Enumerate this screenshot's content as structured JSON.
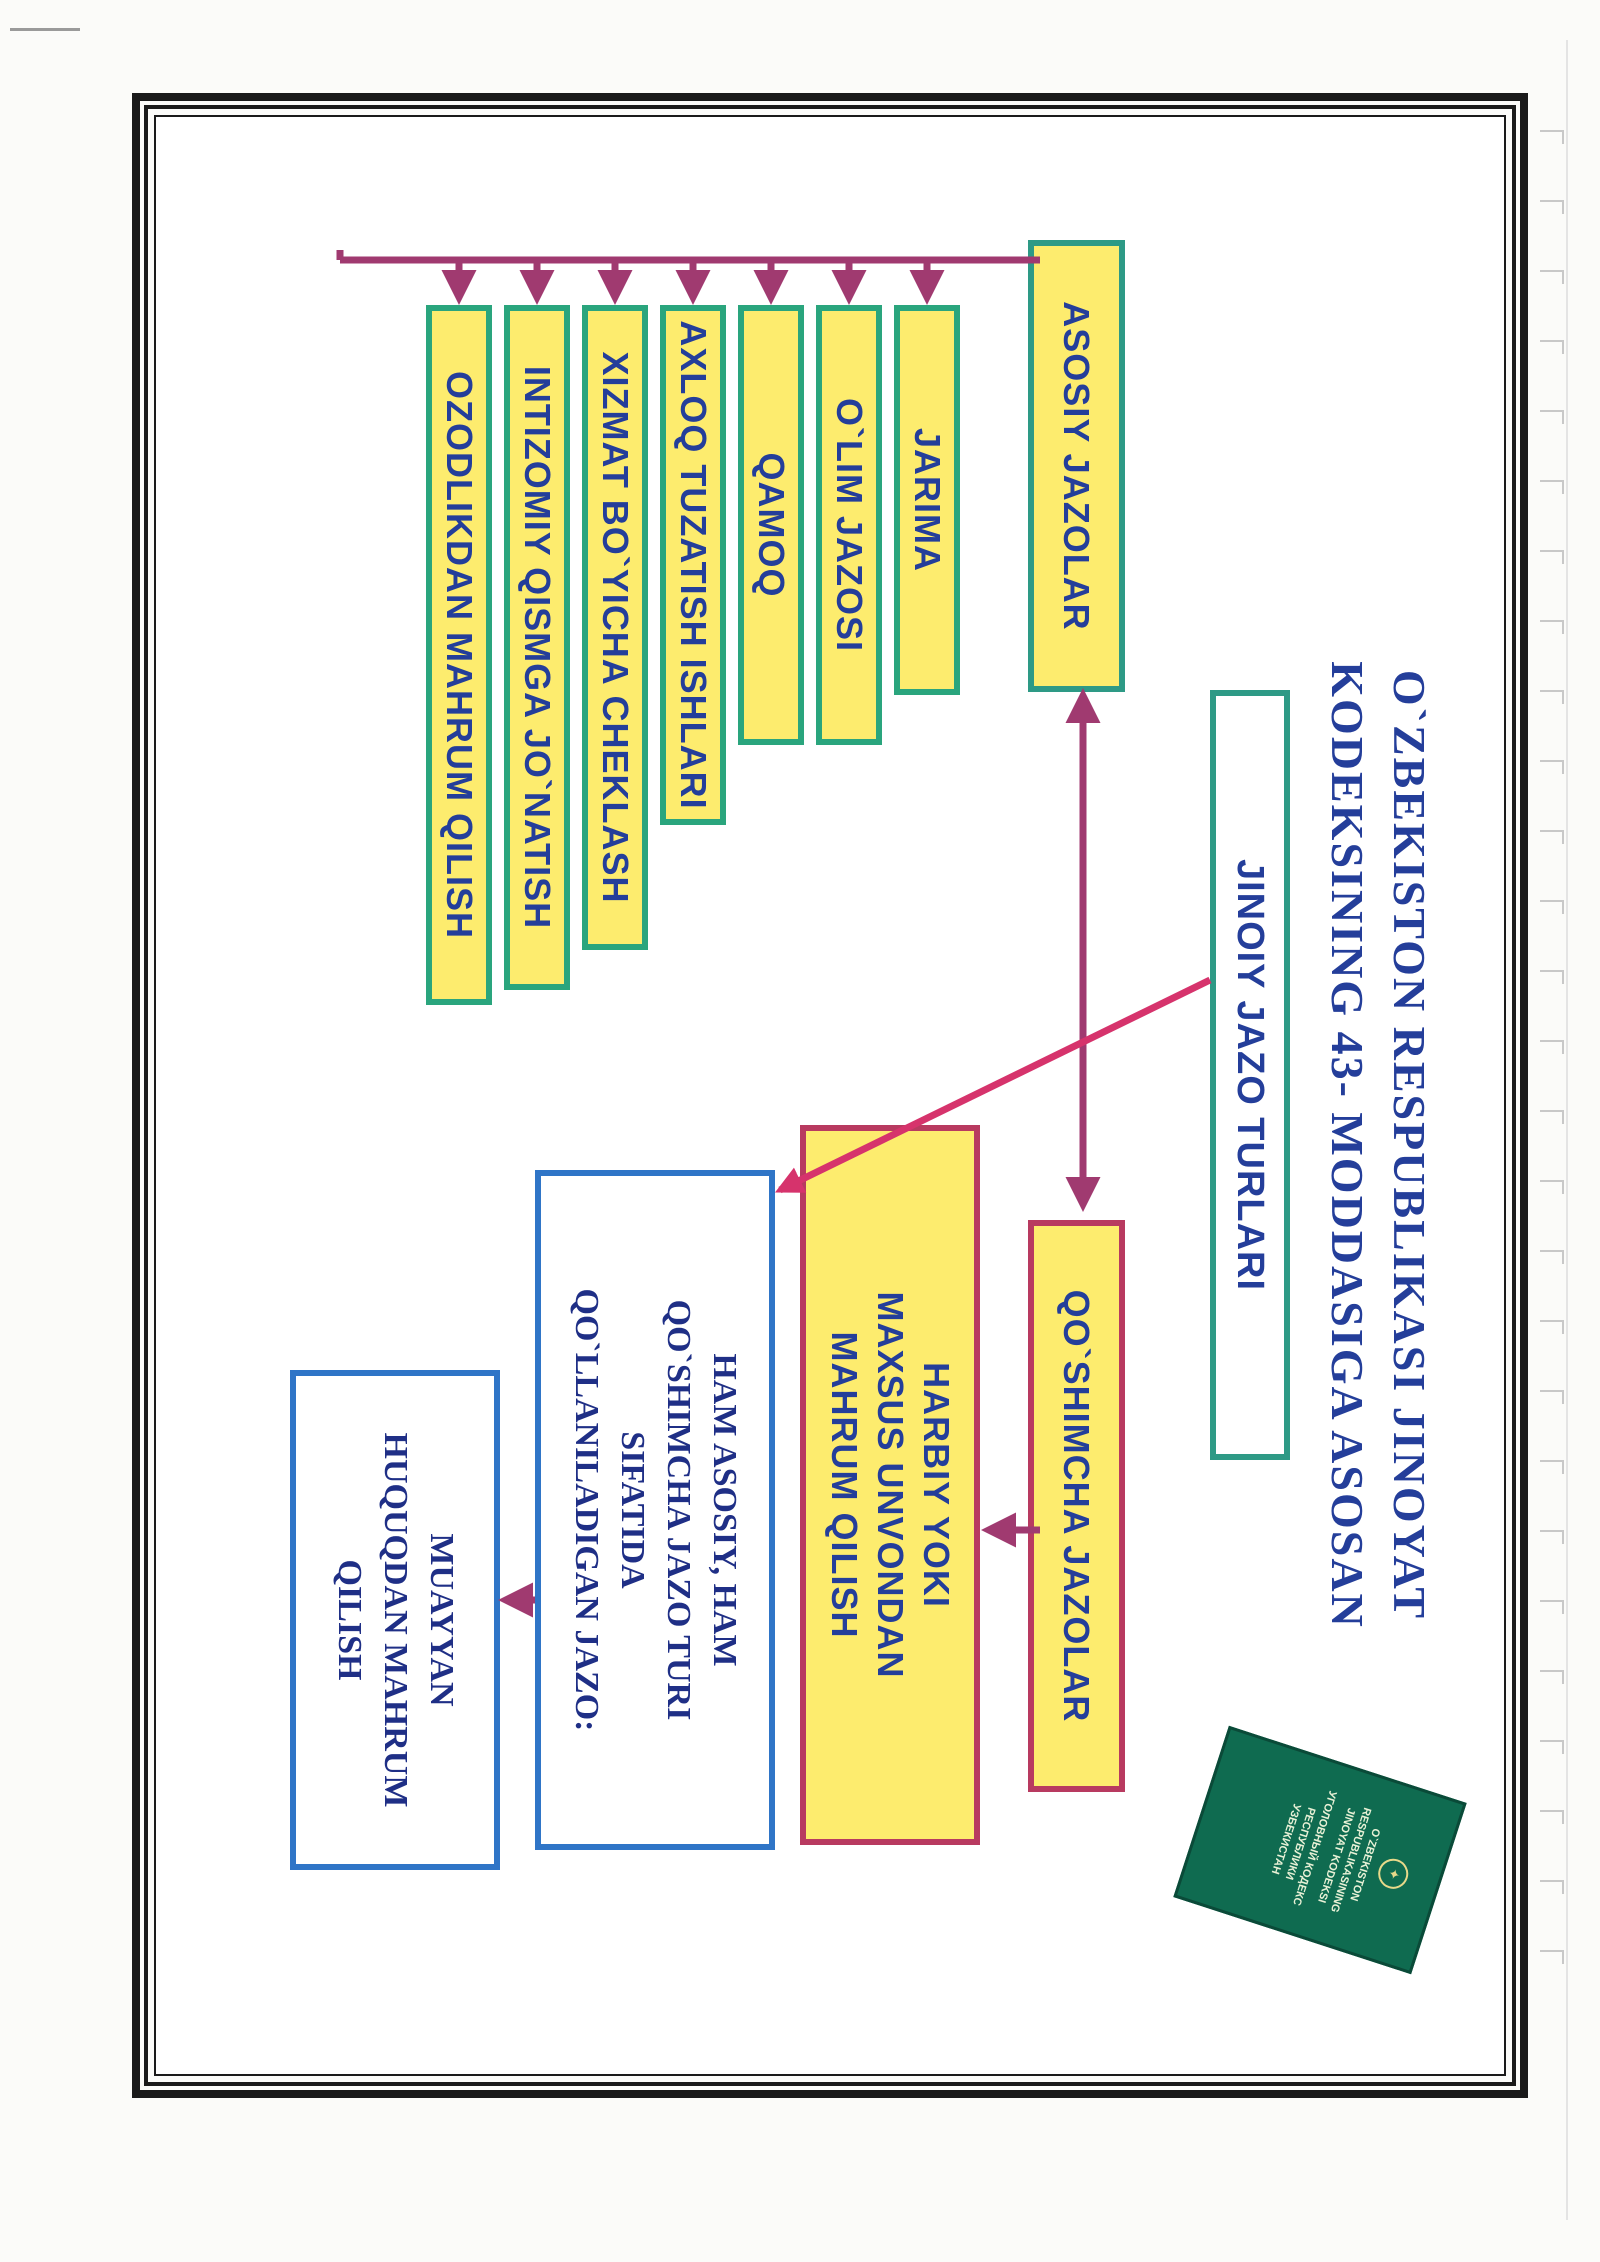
{
  "title": {
    "line1": "O`ZBEKISTON RESPUBLIKASI JINOYAT",
    "line2": "KODEKSINING 43- MODDASIGA ASOSAN"
  },
  "header": "JINOIY JAZO TURLARI",
  "main_penalties": {
    "label": "ASOSIY JAZOLAR",
    "items": [
      "JARIMA",
      "O`LIM JAZOSI",
      "QAMOQ",
      "AXLOQ TUZATISH ISHLARI",
      "XIZMAT BO`YICHA CHEKLASH",
      "INTIZOMIY QISMGA JO`NATISH",
      "OZODLIKDAN MAHRUM QILISH"
    ]
  },
  "additional_penalties": {
    "label": "QO`SHIMCHA JAZOLAR",
    "item": [
      "HARBIY YOKI",
      "MAXSUS UNVONDAN",
      "MAHRUM QILISH"
    ]
  },
  "both": {
    "text": [
      "HAM ASOSIY, HAM",
      "QO`SHIMCHA JAZO TURI",
      "SIFATIDA",
      "QO`LLANILADIGAN JAZO:"
    ]
  },
  "both_result": {
    "text": [
      "MUAYYAN",
      "HUQUQDAN MAHRUM",
      "QILISH"
    ]
  },
  "book": {
    "lines": [
      "O`ZBEKISTON",
      "RESPUBLIKASINING",
      "JINOYAT KODEKSI",
      "УГОЛОВНЫЙ КОДЕКС",
      "РЕСПУБЛИКИ",
      "УЗБЕКИСТАН"
    ]
  },
  "colors": {
    "text": "#243e9a",
    "box_fill": "#fdec6e",
    "connector": "#a03a70",
    "pink_arrow": "#d6336c"
  }
}
